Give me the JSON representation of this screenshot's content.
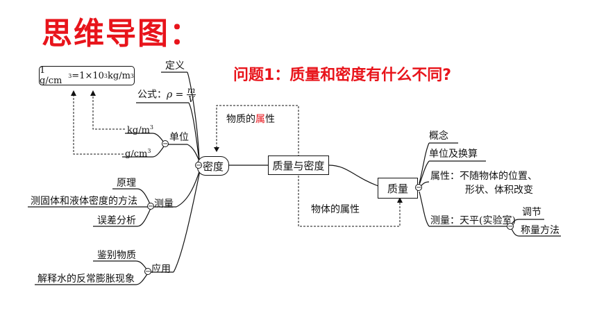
{
  "title": "思维导图：",
  "question": "问题1：质量和密度有什么不同?",
  "formula_box": {
    "lhs": "1 g/cm",
    "mid": "=1×10",
    "rhs": " kg/m",
    "exp3": "3"
  },
  "density": {
    "center": "密度",
    "definition": "定义",
    "formula_label": "公式：",
    "formula_rho": "ρ =",
    "formula_num": "m",
    "formula_den": "V",
    "unit_group": "单位",
    "unit_kg": "kg/m",
    "unit_g": "g/cm",
    "unit_exp": "3",
    "measure_group": "测量",
    "principle": "原理",
    "method": "测固体和液体密度的方法",
    "error": "误差分析",
    "apply_group": "应用",
    "identify": "鉴别物质",
    "explain": "解释水的反常膨胀现象"
  },
  "main": "质量与密度",
  "property_top_1": "物质的",
  "property_top_red": "属",
  "property_top_2": "性",
  "property_bottom": "物体的属性",
  "mass": {
    "center": "质量",
    "concept": "概念",
    "unit": "单位及换算",
    "property_1": "属性：不随物体的位置、",
    "property_2": "形状、体积改变",
    "measure": "测量：天平(实验室)",
    "adjust": "调节",
    "method": "称量方法"
  },
  "minus_sign": "−"
}
